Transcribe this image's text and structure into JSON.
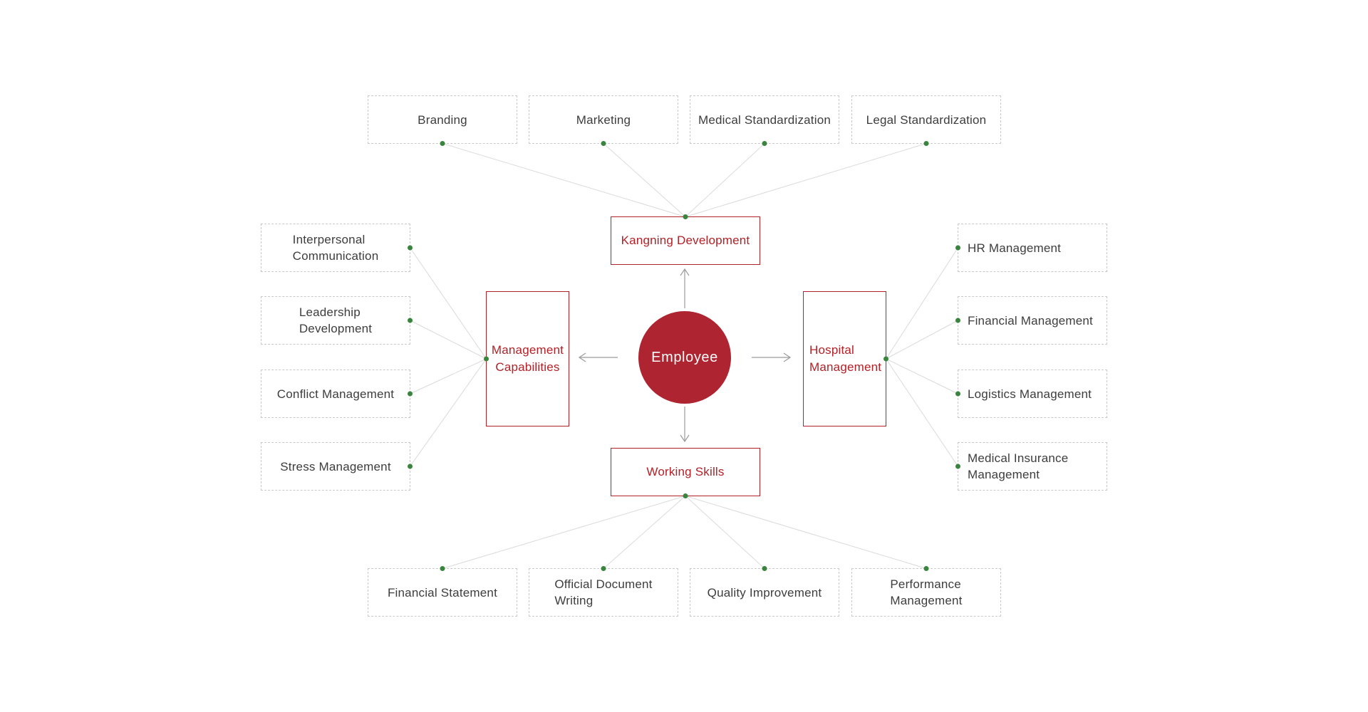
{
  "diagram": {
    "center": {
      "label": "Employee"
    },
    "hubs": {
      "kangning": {
        "label": "Kangning Development"
      },
      "management": {
        "label": "Management\nCapabilities"
      },
      "hospital": {
        "label": "Hospital\nManagement"
      },
      "working": {
        "label": "Working Skills"
      }
    },
    "leaves": {
      "top": [
        {
          "label": "Branding"
        },
        {
          "label": "Marketing"
        },
        {
          "label": "Medical Standardization"
        },
        {
          "label": "Legal Standardization"
        }
      ],
      "left": [
        {
          "label": "Interpersonal\nCommunication"
        },
        {
          "label": "Leadership\nDevelopment"
        },
        {
          "label": "Conflict Management"
        },
        {
          "label": "Stress Management"
        }
      ],
      "right": [
        {
          "label": "HR Management"
        },
        {
          "label": "Financial Management"
        },
        {
          "label": "Logistics Management"
        },
        {
          "label": "Medical Insurance\nManagement"
        }
      ],
      "bottom": [
        {
          "label": "Financial Statement"
        },
        {
          "label": "Official Document\nWriting"
        },
        {
          "label": "Quality Improvement"
        },
        {
          "label": "Performance\nManagement"
        }
      ]
    }
  },
  "colors": {
    "accent_red": "#b22127",
    "circle_red": "#ae2430",
    "dot_green": "#3a853e",
    "line": "#dadada",
    "arrow": "#9b9b9b",
    "border_dash": "#c9c9c9",
    "leaf_text": "#3d3d3d"
  }
}
